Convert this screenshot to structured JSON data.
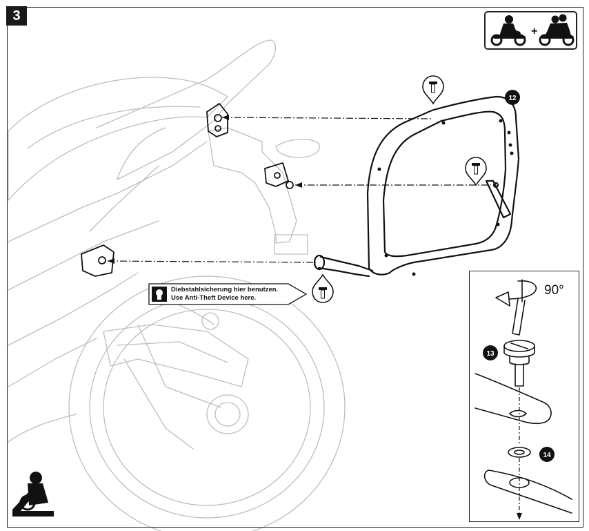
{
  "step": {
    "number": "3"
  },
  "note": {
    "line1": "Diebstahlsicherung hier benutzen.",
    "line2": "Use Anti-Theft Device here."
  },
  "parts": {
    "frame": "12",
    "lock": "13",
    "washer": "14"
  },
  "rotation": {
    "label": "90°"
  },
  "rider_badge": {
    "plus": "+"
  },
  "icons": [
    "solo-rider-icon",
    "rider-with-passenger-icon",
    "screw-callout-icon",
    "anti-theft-lock-icon",
    "rotate-arrow-icon",
    "rider-orientation-icon"
  ]
}
